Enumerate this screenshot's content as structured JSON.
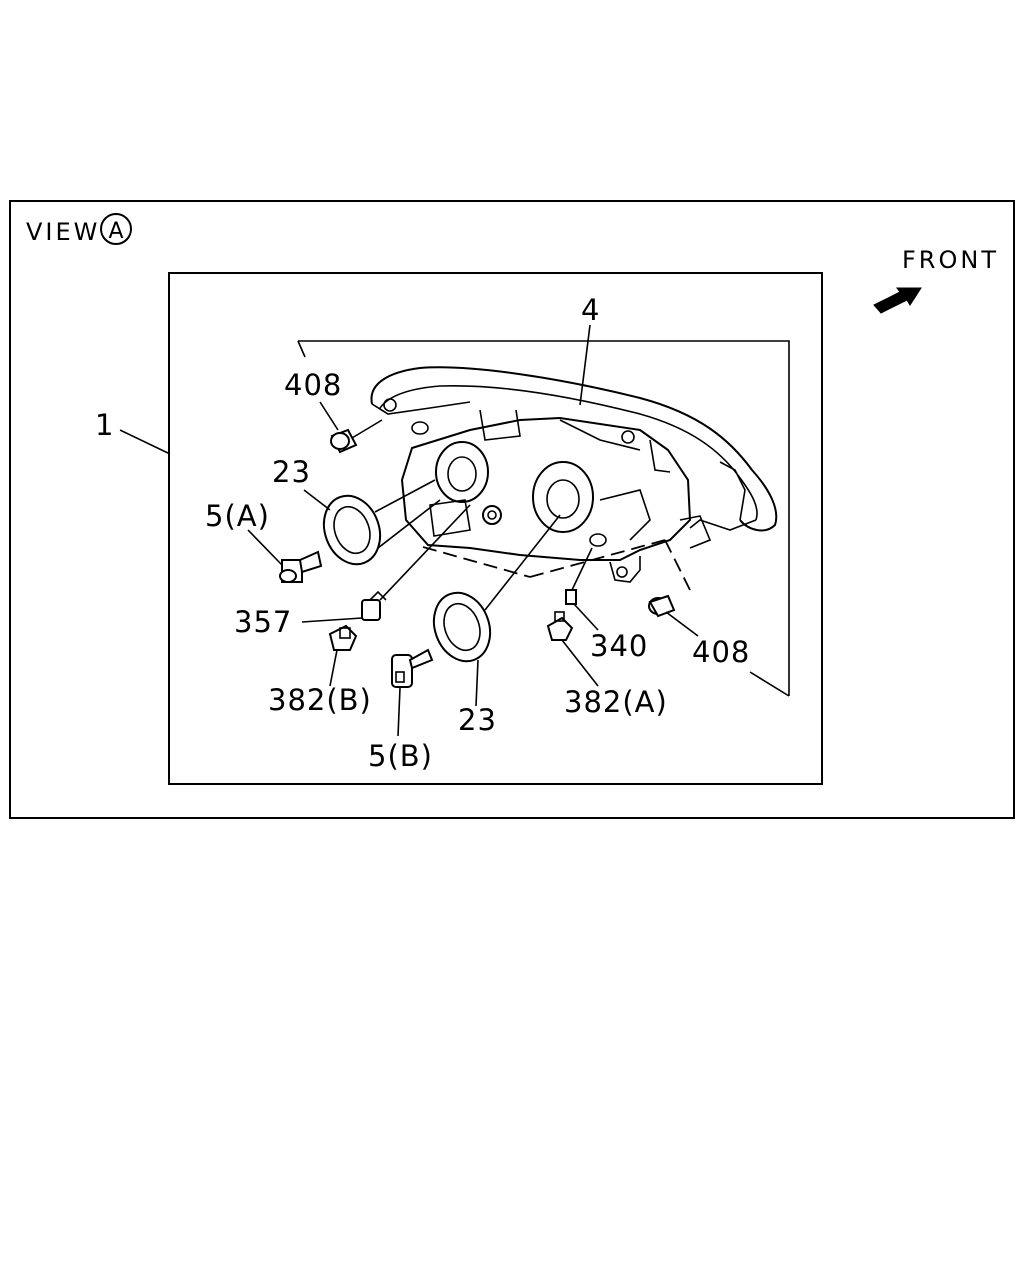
{
  "view": {
    "prefix": "VIEW",
    "letter": "A"
  },
  "front_label": "FRONT",
  "callouts": {
    "c1": "1",
    "c4": "4",
    "c408_top": "408",
    "c23_top": "23",
    "c5a": "5(A)",
    "c357": "357",
    "c382b": "382(B)",
    "c5b": "5(B)",
    "c23_bottom": "23",
    "c382a": "382(A)",
    "c340": "340",
    "c408_right": "408"
  }
}
